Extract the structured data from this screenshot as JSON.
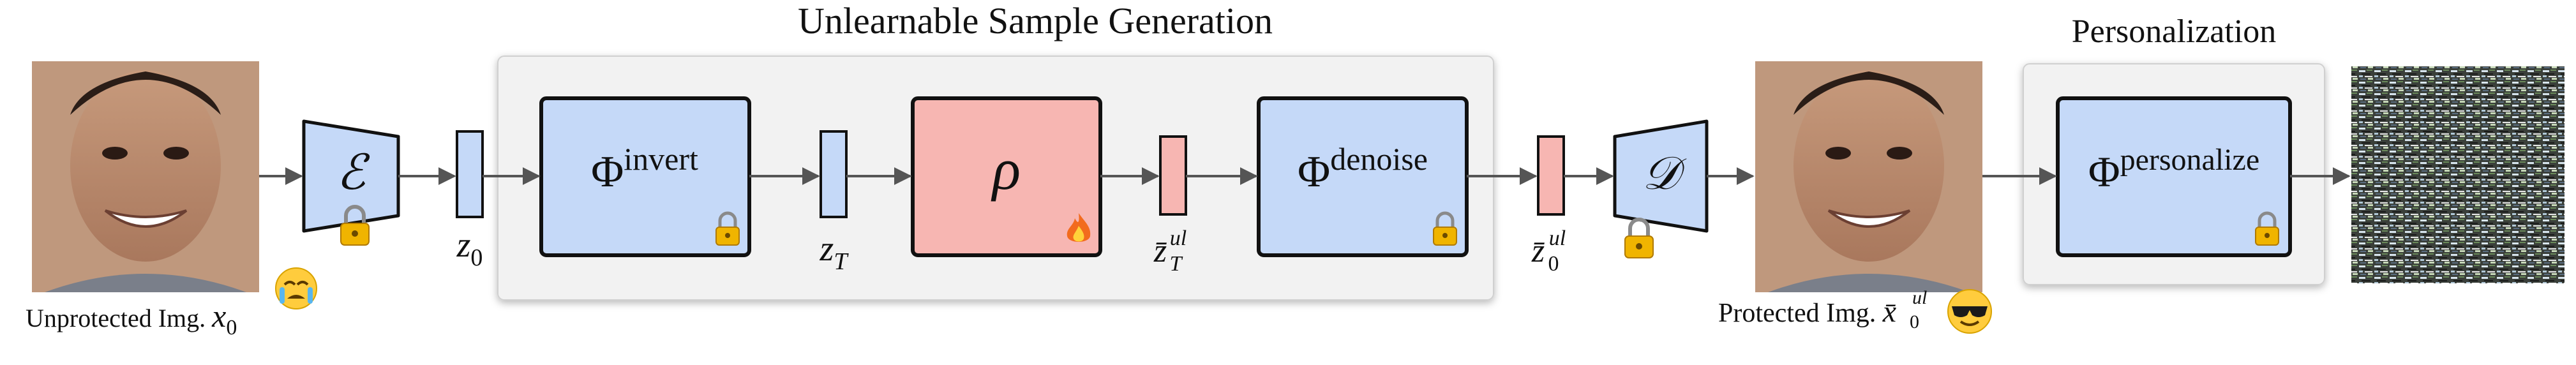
{
  "panels": {
    "unlearnable_title": "Unlearnable Sample Generation",
    "personalization_title": "Personalization"
  },
  "blocks": {
    "encoder_symbol": "ℰ",
    "decoder_symbol": "𝒟",
    "phi_invert": {
      "base": "Φ",
      "sup": "invert"
    },
    "rho": "ρ",
    "phi_denoise": {
      "base": "Φ",
      "sup": "denoise"
    },
    "phi_personalize": {
      "base": "Φ",
      "sup": "personalize"
    }
  },
  "latents": {
    "z0": {
      "base": "z",
      "sub": "0"
    },
    "zT": {
      "base": "z",
      "sub": "T"
    },
    "zT_ul": {
      "base": "z̄",
      "sup": "ul",
      "sub": "T"
    },
    "z0_ul": {
      "base": "z̄",
      "sup": "ul",
      "sub": "0"
    }
  },
  "captions": {
    "unprotected_prefix": "Unprotected Img. ",
    "unprotected_var": "x",
    "unprotected_sub": "0",
    "protected_prefix": "Protected Img. ",
    "protected_var": "x̄",
    "protected_sup": "ul",
    "protected_sub": "0"
  },
  "icons": {
    "lock": "lock-icon",
    "fire": "fire-icon",
    "crying_emoji": "crying-face-icon",
    "sunglasses_emoji": "sunglasses-face-icon"
  },
  "colors": {
    "blue_fill": "#c5d9f8",
    "pink_fill": "#f7b6b2",
    "panel_fill": "#f2f2f2",
    "stroke": "#111111",
    "arrow": "#555555"
  }
}
